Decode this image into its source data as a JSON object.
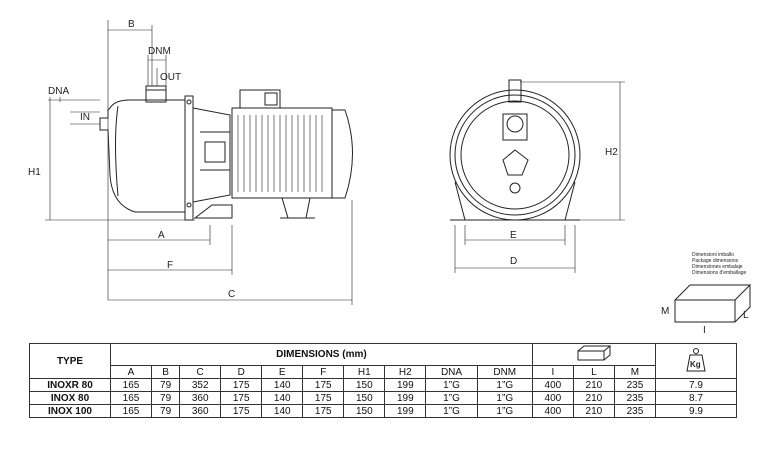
{
  "drawing": {
    "side_labels": {
      "B": "B",
      "DNM": "DNM",
      "OUT": "OUT",
      "DNA": "DNA",
      "IN": "IN",
      "H1": "H1",
      "A": "A",
      "F": "F",
      "C": "C"
    },
    "front_labels": {
      "H2": "H2",
      "E": "E",
      "D": "D"
    },
    "package_labels": {
      "M": "M",
      "L": "L",
      "I": "I"
    },
    "package_note": [
      "Dimensioni imballo",
      "Package dimensions",
      "Dimensiones embalaje",
      "Dimensions d'emballage"
    ]
  },
  "table": {
    "type_header": "TYPE",
    "dimensions_header": "DIMENSIONS (mm)",
    "weight_icon_text": "Kg",
    "columns": [
      "A",
      "B",
      "C",
      "D",
      "E",
      "F",
      "H1",
      "H2",
      "DNA",
      "DNM",
      "I",
      "L",
      "M"
    ],
    "rows": [
      {
        "name": "INOXR 80",
        "values": [
          "165",
          "79",
          "352",
          "175",
          "140",
          "175",
          "150",
          "199",
          "1”G",
          "1”G",
          "400",
          "210",
          "235"
        ],
        "weight": "7.9"
      },
      {
        "name": "INOX 80",
        "values": [
          "165",
          "79",
          "360",
          "175",
          "140",
          "175",
          "150",
          "199",
          "1”G",
          "1”G",
          "400",
          "210",
          "235"
        ],
        "weight": "8.7"
      },
      {
        "name": "INOX 100",
        "values": [
          "165",
          "79",
          "360",
          "175",
          "140",
          "175",
          "150",
          "199",
          "1”G",
          "1”G",
          "400",
          "210",
          "235"
        ],
        "weight": "9.9"
      }
    ]
  }
}
